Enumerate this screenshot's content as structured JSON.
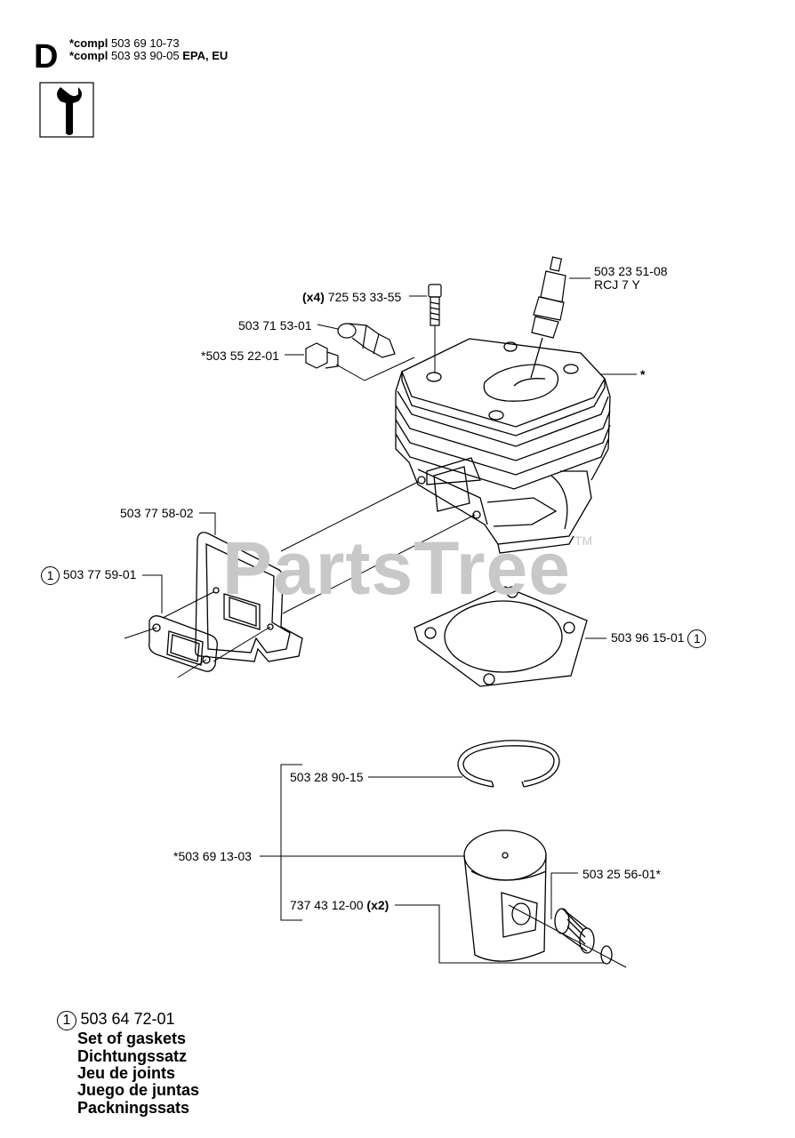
{
  "header": {
    "section_letter": "D",
    "lines": [
      {
        "prefix": "*compl",
        "number": "503 69 10-73",
        "suffix": ""
      },
      {
        "prefix": "*compl",
        "number": "503 93 90-05",
        "suffix": "EPA, EU"
      }
    ]
  },
  "tool_icon": "wrench-tool-icon",
  "watermark": {
    "text": "PartsTree",
    "tm": "TM"
  },
  "parts": {
    "spark_plug": {
      "number": "503 23 51-08",
      "note": "RCJ 7 Y"
    },
    "screw": {
      "qty": "(x4)",
      "number": "725 53 33-55"
    },
    "decomp_valve": {
      "number": "503 71 53-01"
    },
    "plug": {
      "number": "*503 55 22-01"
    },
    "cylinder_star": "*",
    "muffler_gasket": {
      "number": "503 77 58-02"
    },
    "intake_gasket": {
      "number": "503 77 59-01",
      "marker": "1"
    },
    "base_gasket": {
      "number": "503 96 15-01",
      "marker": "1"
    },
    "piston_ring": {
      "number": "503 28 90-15"
    },
    "piston_kit": {
      "number": "*503 69 13-03"
    },
    "needle_bearing": {
      "number": "503 25 56-01*"
    },
    "circlip": {
      "number": "737 43 12-00",
      "qty": "(x2)"
    }
  },
  "legend": {
    "marker": "1",
    "number": "503 64 72-01",
    "lines": [
      "Set of gaskets",
      "Dichtungssatz",
      "Jeu de joints",
      "Juego de juntas",
      "Packningssats"
    ]
  }
}
